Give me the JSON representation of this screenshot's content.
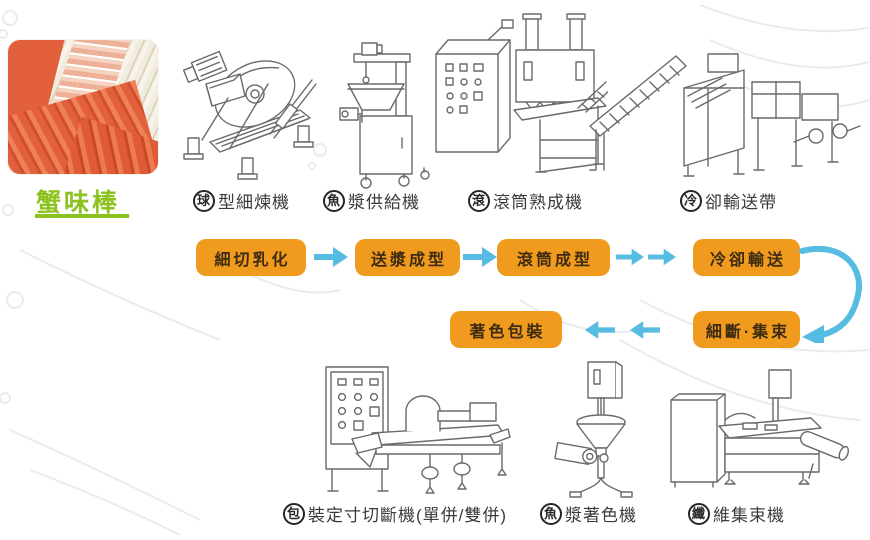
{
  "colors": {
    "accent_orange": "#F09A1E",
    "arrow_blue": "#56BCE2",
    "title_green": "#8CC21E",
    "box_text": "#3D2B12",
    "label_text": "#3B3B3B"
  },
  "product": {
    "title": "蟹味棒"
  },
  "machine_labels": {
    "top": [
      {
        "icon_char": "球",
        "label": "型細煉機"
      },
      {
        "icon_char": "魚",
        "label": "漿供給機"
      },
      {
        "icon_char": "滾",
        "label": "滾筒熟成機"
      },
      {
        "icon_char": "冷",
        "label": "卻輸送帶"
      }
    ],
    "bottom": [
      {
        "icon_char": "包",
        "label": "裝定寸切斷機(單併/雙併)"
      },
      {
        "icon_char": "魚",
        "label": "漿著色機"
      },
      {
        "icon_char": "纖",
        "label": "維集束機"
      }
    ]
  },
  "flow": {
    "row1": [
      {
        "label": "細切乳化"
      },
      {
        "label": "送漿成型"
      },
      {
        "label": "滾筒成型"
      },
      {
        "label": "冷卻輸送"
      }
    ],
    "row2": [
      {
        "label": "著色包裝"
      },
      {
        "label": "細斷·集束"
      }
    ]
  }
}
